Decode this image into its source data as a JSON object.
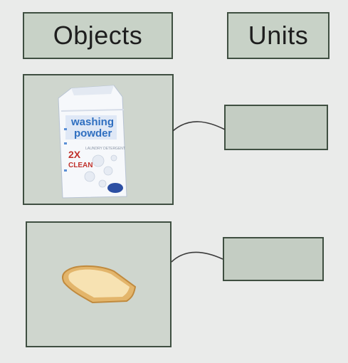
{
  "headers": {
    "objects": "Objects",
    "units": "Units"
  },
  "washing_powder": {
    "line1": "washing",
    "line2": "powder",
    "badge_2x": "2X",
    "badge_clean": "CLEAN",
    "small_text": "LAUNDRY DETERGENT"
  },
  "answers": [
    "",
    ""
  ]
}
